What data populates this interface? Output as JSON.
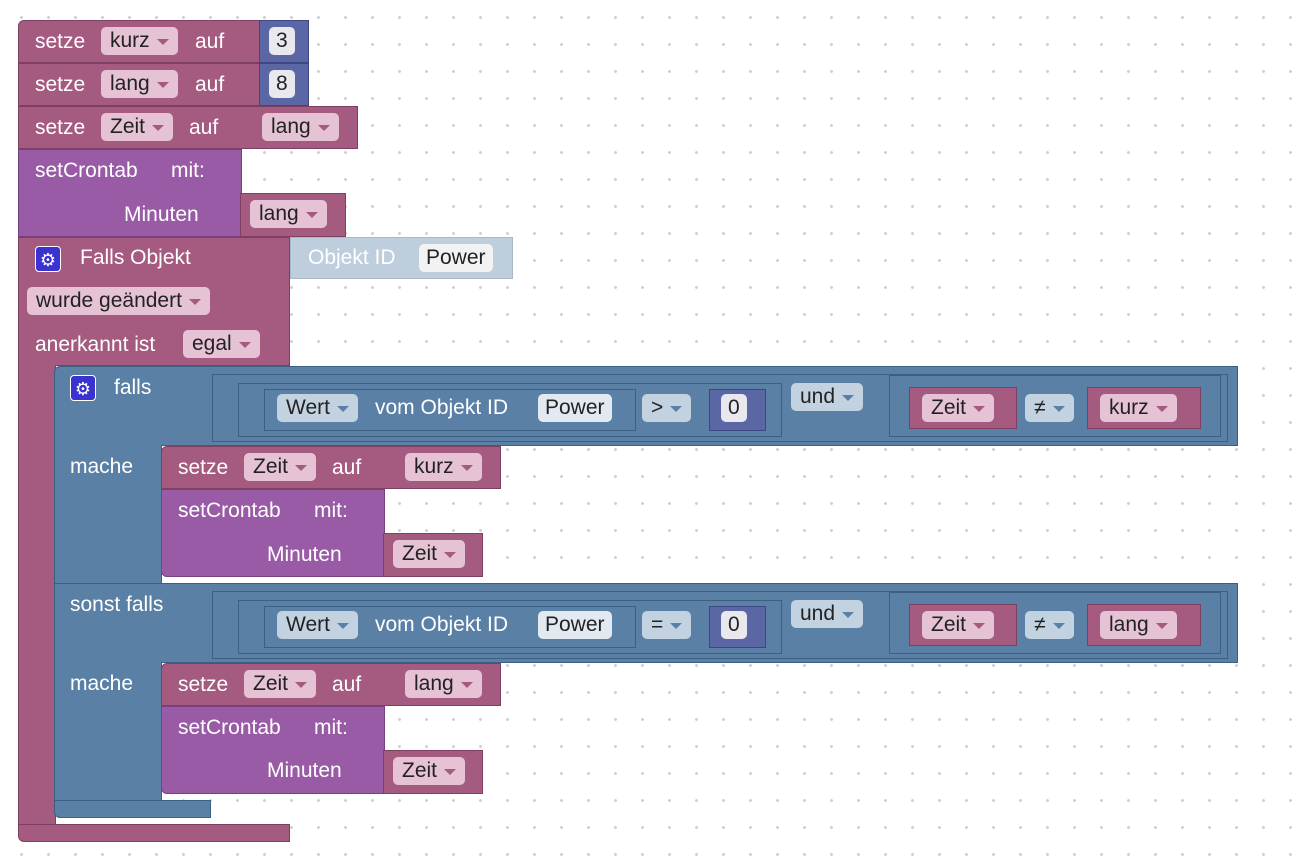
{
  "workspace": {
    "set_kurz": {
      "label": "setze",
      "var": "kurz",
      "to": "auf",
      "value": "3"
    },
    "set_lang": {
      "label": "setze",
      "var": "lang",
      "to": "auf",
      "value": "8"
    },
    "set_zeit": {
      "label": "setze",
      "var": "Zeit",
      "to": "auf",
      "value": "lang"
    },
    "crontab1": {
      "label": "setCrontab",
      "with": "mit:",
      "param": "Minuten",
      "value": "lang"
    },
    "trigger": {
      "label": "Falls Objekt",
      "object_label": "Objekt ID",
      "object_value": "Power",
      "condition": "wurde geändert",
      "ack_label": "anerkannt ist",
      "ack_value": "egal",
      "if_block": {
        "falls": "falls",
        "mache": "mache",
        "sonst_falls": "sonst falls",
        "cond1": {
          "wert": "Wert",
          "vom": "vom Objekt ID",
          "obj": "Power",
          "op": ">",
          "num": "0",
          "und": "und",
          "lhs": "Zeit",
          "neq": "≠",
          "rhs": "kurz"
        },
        "do1": {
          "label": "setze",
          "var": "Zeit",
          "to": "auf",
          "value": "kurz",
          "crontab": "setCrontab",
          "with": "mit:",
          "param": "Minuten",
          "param_value": "Zeit"
        },
        "cond2": {
          "wert": "Wert",
          "vom": "vom Objekt ID",
          "obj": "Power",
          "op": "=",
          "num": "0",
          "und": "und",
          "lhs": "Zeit",
          "neq": "≠",
          "rhs": "lang"
        },
        "do2": {
          "label": "setze",
          "var": "Zeit",
          "to": "auf",
          "value": "lang",
          "crontab": "setCrontab",
          "with": "mit:",
          "param": "Minuten",
          "param_value": "Zeit"
        }
      }
    }
  }
}
